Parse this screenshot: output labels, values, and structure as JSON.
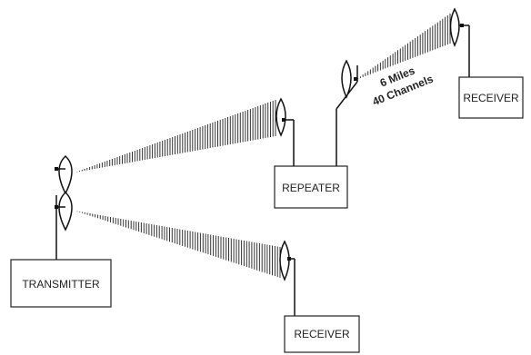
{
  "nodes": {
    "transmitter": {
      "label": "TRANSMITTER"
    },
    "repeater": {
      "label": "REPEATER"
    },
    "receiver_top": {
      "label": "RECEIVER"
    },
    "receiver_bottom": {
      "label": "RECEIVER"
    }
  },
  "links": {
    "repeater_to_receiver": {
      "distance": "6 Miles",
      "channels": "40 Channels"
    }
  },
  "colors": {
    "line": "#111111",
    "beam": "#333333",
    "box_border": "#222222",
    "background": "#ffffff"
  }
}
